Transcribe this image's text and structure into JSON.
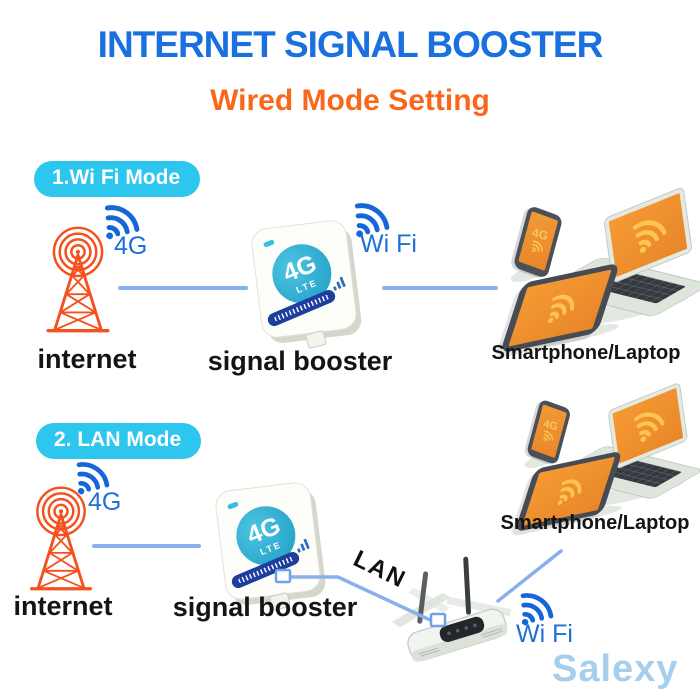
{
  "header": {
    "title": "INTERNET SIGNAL BOOSTER",
    "subtitle": "Wired Mode Setting"
  },
  "watermark": "Salexy",
  "colors": {
    "title_blue": "#1b70e0",
    "accent_orange": "#f9671a",
    "badge_cyan": "#2cc6ef",
    "wifi_blue": "#1566d6",
    "link_line_blue": "#88b0ea",
    "tower_orange": "#f4511e",
    "device_screen_orange": "#ef9130",
    "booster_circle_cyan": "#2aaed2",
    "watermark_blue": "#a6cfee"
  },
  "sections": [
    {
      "badge": "1.Wi Fi Mode",
      "source_label": "internet",
      "source_signal": "4G",
      "booster_label": "signal booster",
      "booster_logo": "4G",
      "booster_logo_sub": "LTE",
      "output_signal": "Wi Fi",
      "devices_label": "Smartphone/Laptop",
      "phone_screen_text": "4G"
    },
    {
      "badge": "2. LAN Mode",
      "source_label": "internet",
      "source_signal": "4G",
      "booster_label": "signal booster",
      "booster_logo": "4G",
      "booster_logo_sub": "LTE",
      "cable_label": "LAN",
      "router_signal": "Wi Fi",
      "devices_label": "Smartphone/Laptop",
      "phone_screen_text": "4G"
    }
  ]
}
